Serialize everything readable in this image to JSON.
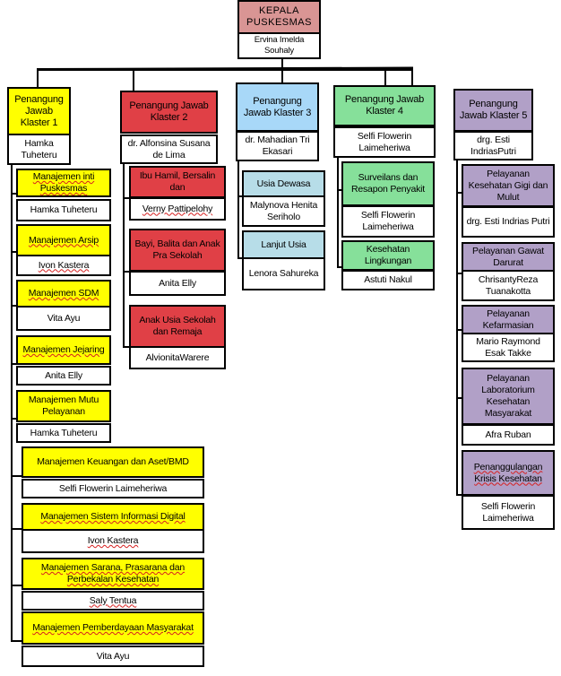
{
  "colors": {
    "head": "#d99594",
    "klaster1": "#ffff00",
    "klaster2": "#e04046",
    "klaster3": "#a8d8f8",
    "klaster3_sub": "#b7dde8",
    "klaster4": "#86e09a",
    "klaster5": "#b1a0c7"
  },
  "head": {
    "title": "KEPALA PUSKESMAS",
    "name": "Ervina Imelda Souhaly"
  },
  "klaster1": {
    "title": "Penangung Jawab Klaster 1",
    "name": "Hamka Tuheteru",
    "units": [
      {
        "title": "Manajemen inti Puskesmas",
        "name": "Hamka Tuheteru"
      },
      {
        "title": "Manajemen Arsip",
        "name": "Ivon Kastera"
      },
      {
        "title": "Manajemen SDM",
        "name": "Vita Ayu"
      },
      {
        "title": "Manajemen Jejaring",
        "name": "Anita Elly"
      },
      {
        "title": "Manajemen Mutu Pelayanan",
        "name": "Hamka Tuheteru"
      },
      {
        "title": "Manajemen Keuangan dan Aset/BMD",
        "name": "Selfi Flowerin Laimeheriwa"
      },
      {
        "title": "Manajemen Sistem Informasi Digital",
        "name": "Ivon Kastera"
      },
      {
        "title": "Manajemen Sarana, Prasarana dan Perbekalan Kesehatan",
        "name": "Saly Tentua"
      },
      {
        "title": "Manajemen Pemberdayaan Masyarakat",
        "name": "Vita Ayu"
      }
    ]
  },
  "klaster2": {
    "title": "Penangung Jawab Klaster 2",
    "name": "dr. Alfonsina Susana de Lima",
    "units": [
      {
        "title": "Ibu Hamil, Bersalin dan",
        "name": "Verny Pattipelohy"
      },
      {
        "title": "Bayi, Balita dan Anak Pra Sekolah",
        "name": "Anita Elly"
      },
      {
        "title": "Anak Usia Sekolah dan Remaja",
        "name": "AlvionitaWarere"
      }
    ]
  },
  "klaster3": {
    "title": "Penangung Jawab Klaster 3",
    "name": "dr. Mahadian Tri Ekasari",
    "units": [
      {
        "title": "Usia Dewasa",
        "name": "Malynova Henita Seriholo"
      },
      {
        "title": "Lanjut Usia",
        "name": "Lenora Sahureka"
      }
    ]
  },
  "klaster4": {
    "title": "Penangung Jawab Klaster 4",
    "name": "Selfi Flowerin Laimeheriwa",
    "units": [
      {
        "title": "Surveilans dan Resapon Penyakit",
        "name": "Selfi Flowerin Laimeheriwa"
      },
      {
        "title": "Kesehatan Lingkungan",
        "name": "Astuti Nakul"
      }
    ]
  },
  "klaster5": {
    "title": "Penangung Jawab Klaster 5",
    "name": "drg. Esti IndriasPutri",
    "units": [
      {
        "title": "Pelayanan Kesehatan Gigi dan Mulut",
        "name": "drg. Esti Indrias Putri"
      },
      {
        "title": "Pelayanan Gawat Darurat",
        "name": "ChrisantyReza Tuanakotta"
      },
      {
        "title": "Pelayanan Kefarmasian",
        "name": "Mario Raymond Esak Takke"
      },
      {
        "title": "Pelayanan Laboratorium Kesehatan Masyarakat",
        "name": "Afra Ruban"
      },
      {
        "title": "Penanggulangan Krisis Kesehatan",
        "name": "Selfi Flowerin Laimeheriwa"
      }
    ]
  }
}
